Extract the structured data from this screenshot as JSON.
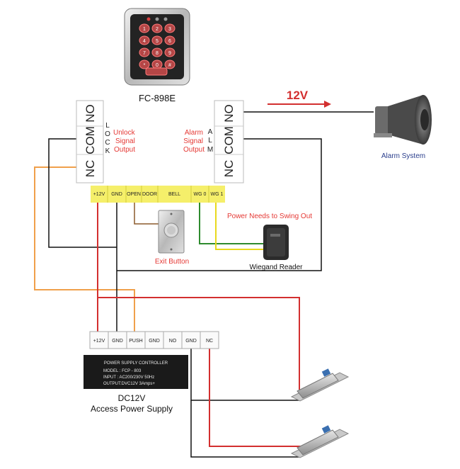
{
  "device": {
    "model": "FC-898E",
    "keys": [
      "1",
      "2",
      "3",
      "4",
      "5",
      "6",
      "7",
      "8",
      "9",
      "*",
      "0",
      "#"
    ]
  },
  "unlock_relay": {
    "terminals": [
      "NO",
      "COM",
      "NC"
    ],
    "vertical_label": [
      "L",
      "O",
      "C",
      "K"
    ],
    "caption": [
      "Unlock",
      "Signal",
      "Output"
    ]
  },
  "alarm_relay": {
    "terminals": [
      "NO",
      "COM",
      "NC"
    ],
    "vertical_label": [
      "A",
      "L",
      "M"
    ],
    "caption": [
      "Alarm",
      "Signal",
      "Output"
    ]
  },
  "alarm_voltage": "12V",
  "alarm_system_label": "Alarm System",
  "controller_terminals": [
    "+12V",
    "GND",
    "OPEN",
    "DOOR",
    "BELL",
    "WG 0",
    "WG 1"
  ],
  "swing_note": "Power Needs to Swing Out",
  "exit_button_label": "Exit Button",
  "wiegand_label": "Wiegand Reader",
  "psu_terminals": [
    "+12V",
    "GND",
    "PUSH",
    "GND",
    "NO",
    "GND",
    "NC"
  ],
  "psu_plate": {
    "title": "POWER SUPPLY CONTROLLER",
    "model": "MODEL : FCP - 803",
    "input": "INPUT : AC200/230V  50Hz",
    "output": "OUTPUT:DVC12V  3Amps+"
  },
  "psu_caption": [
    "DC12V",
    "Access Power Supply"
  ],
  "colors": {
    "terminal_yellow": "#f5ef6a",
    "wire_red": "#d32f2f",
    "wire_black": "#111111",
    "wire_orange": "#f0a04b",
    "wire_brown": "#8b5a2b",
    "wire_green": "#2e8b2e",
    "wire_yellow": "#e8d81e",
    "caption_red": "#e53935"
  }
}
